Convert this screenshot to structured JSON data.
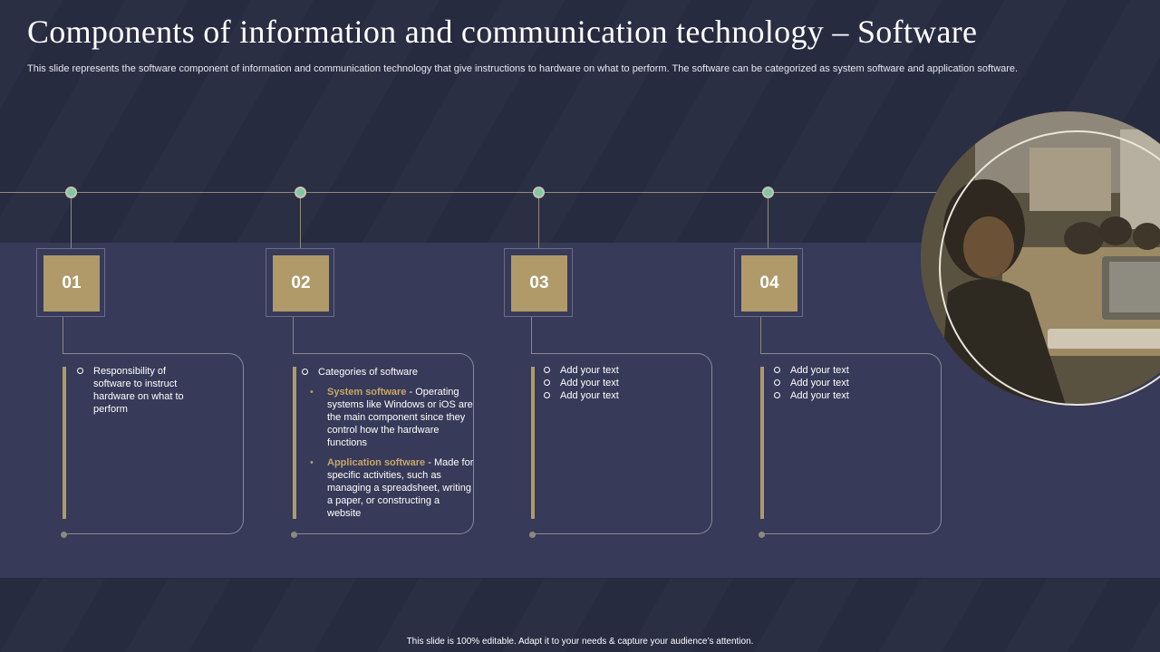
{
  "slide": {
    "title": "Components of information and communication technology – Software",
    "subtitle": "This slide represents the software component of information and communication technology that give instructions to hardware on what to perform. The software can be categorized as system software and application software.",
    "footer": "This slide is 100% editable. Adapt it to your needs & capture your audience’s attention."
  },
  "steps": [
    {
      "number": "01",
      "items": [
        "Responsibility of software to instruct hardware on what to perform"
      ]
    },
    {
      "number": "02",
      "items": [
        "Categories of software"
      ],
      "subitems": [
        {
          "label": "System software",
          "text": "Operating systems like Windows or iOS are the main component since they control how the hardware functions"
        },
        {
          "label": "Application software",
          "text": "Made for specific activities, such as managing a spreadsheet, writing a paper, or constructing a website"
        }
      ]
    },
    {
      "number": "03",
      "items": [
        "Add your text",
        "Add your text",
        "Add your text"
      ]
    },
    {
      "number": "04",
      "items": [
        "Add your text",
        "Add your text",
        "Add your text"
      ]
    }
  ],
  "colors": {
    "background": "#272b40",
    "band": "#373a58",
    "accent_gold": "#b09a6a",
    "dot_green": "#7fc8a4"
  },
  "photo": {
    "icon": "meeting-photo"
  }
}
